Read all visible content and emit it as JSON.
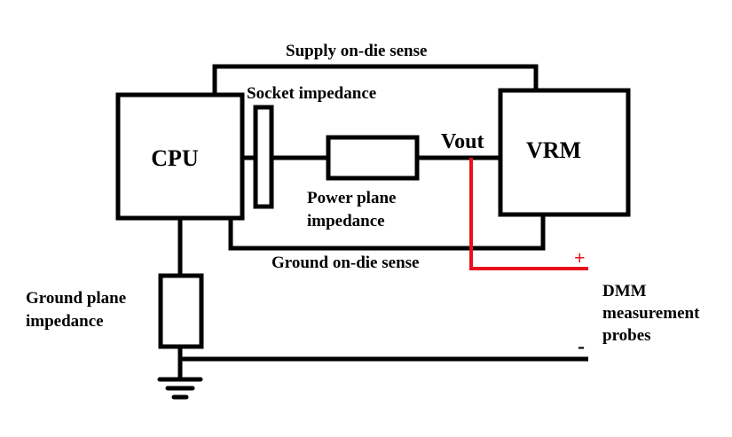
{
  "diagram": {
    "title": "VRM output voltage measurement circuit",
    "colors": {
      "wire": "#000000",
      "probe_positive": "#e8101a"
    },
    "blocks": [
      {
        "id": "cpu",
        "label": "CPU"
      },
      {
        "id": "vrm",
        "label": "VRM"
      }
    ],
    "labels": {
      "supply_sense": "Supply on-die sense",
      "socket_impedance": "Socket impedance",
      "vout": "Vout",
      "power_plane_1": "Power plane",
      "power_plane_2": "impedance",
      "ground_sense": "Ground on-die sense",
      "ground_plane_1": "Ground plane",
      "ground_plane_2": "impedance",
      "dmm_1": "DMM",
      "dmm_2": "measurement",
      "dmm_3": "probes",
      "plus": "+",
      "minus": "-"
    }
  }
}
